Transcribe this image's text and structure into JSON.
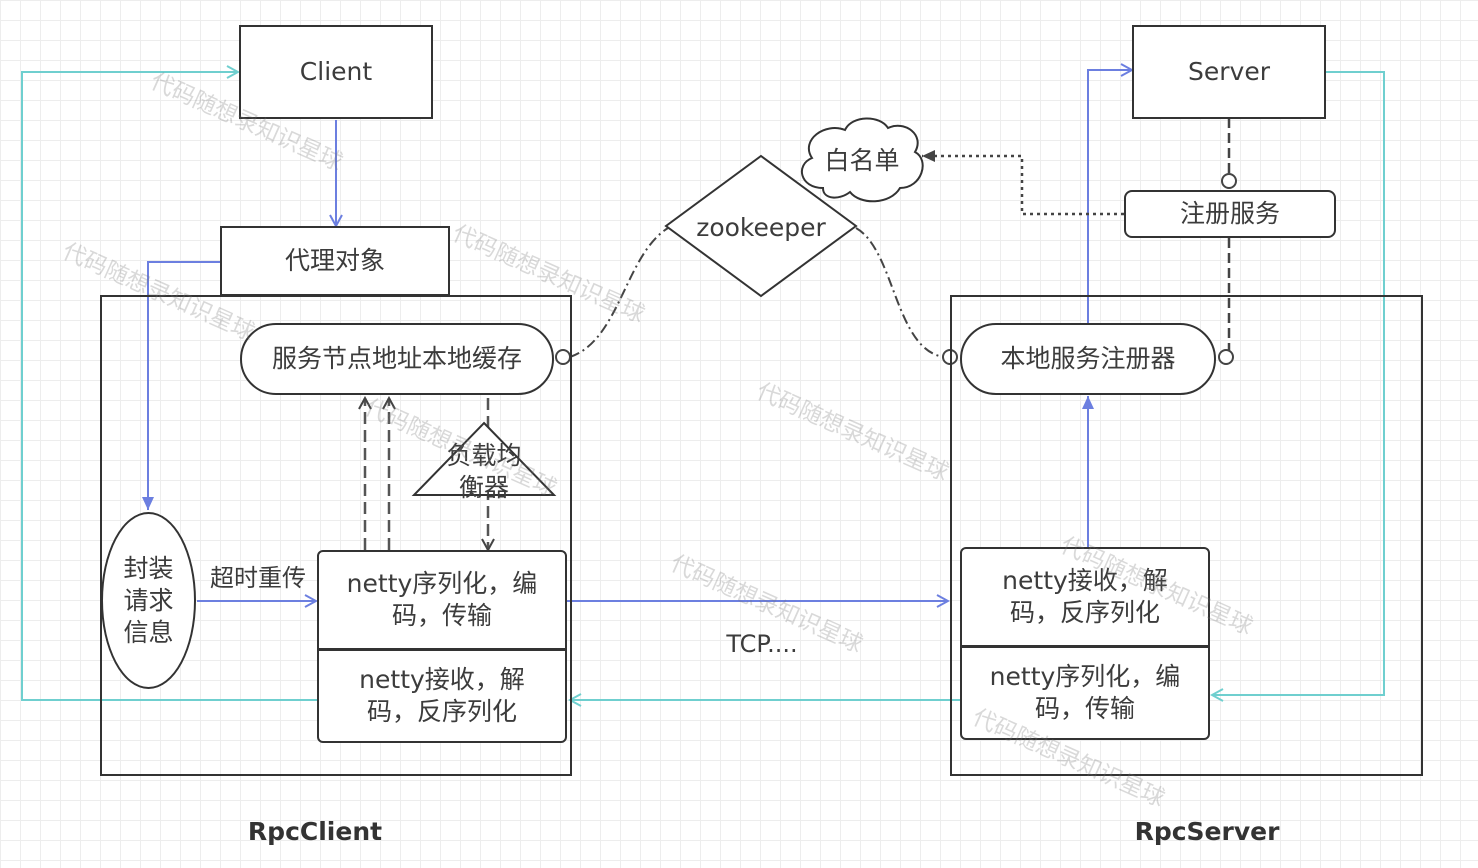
{
  "nodes": {
    "client": "Client",
    "server": "Server",
    "proxy_object": "代理对象",
    "service_cache": "服务节点地址本地缓存",
    "local_registry": "本地服务注册器",
    "zookeeper": "zookeeper",
    "whitelist": "白名单",
    "register_service": "注册服务",
    "load_balancer": "负载均\n衡器",
    "wrap_request": "封装\n请求\n信息",
    "client_netty_send": "netty序列化，编\n码，传输",
    "client_netty_receive": "netty接收，解\n码，反序列化",
    "server_netty_receive": "netty接收，解\n码，反序列化",
    "server_netty_send": "netty序列化，编\n码，传输"
  },
  "edge_labels": {
    "timeout_retry": "超时重传",
    "tcp": "TCP...."
  },
  "containers": {
    "rpc_client": "RpcClient",
    "rpc_server": "RpcServer"
  },
  "watermark": "代码随想录知识星球",
  "colors": {
    "line_dark": "#333333",
    "arrow_blue": "#6c7fe0",
    "arrow_cyan": "#6fcfcf",
    "dash_gray": "#555555"
  }
}
